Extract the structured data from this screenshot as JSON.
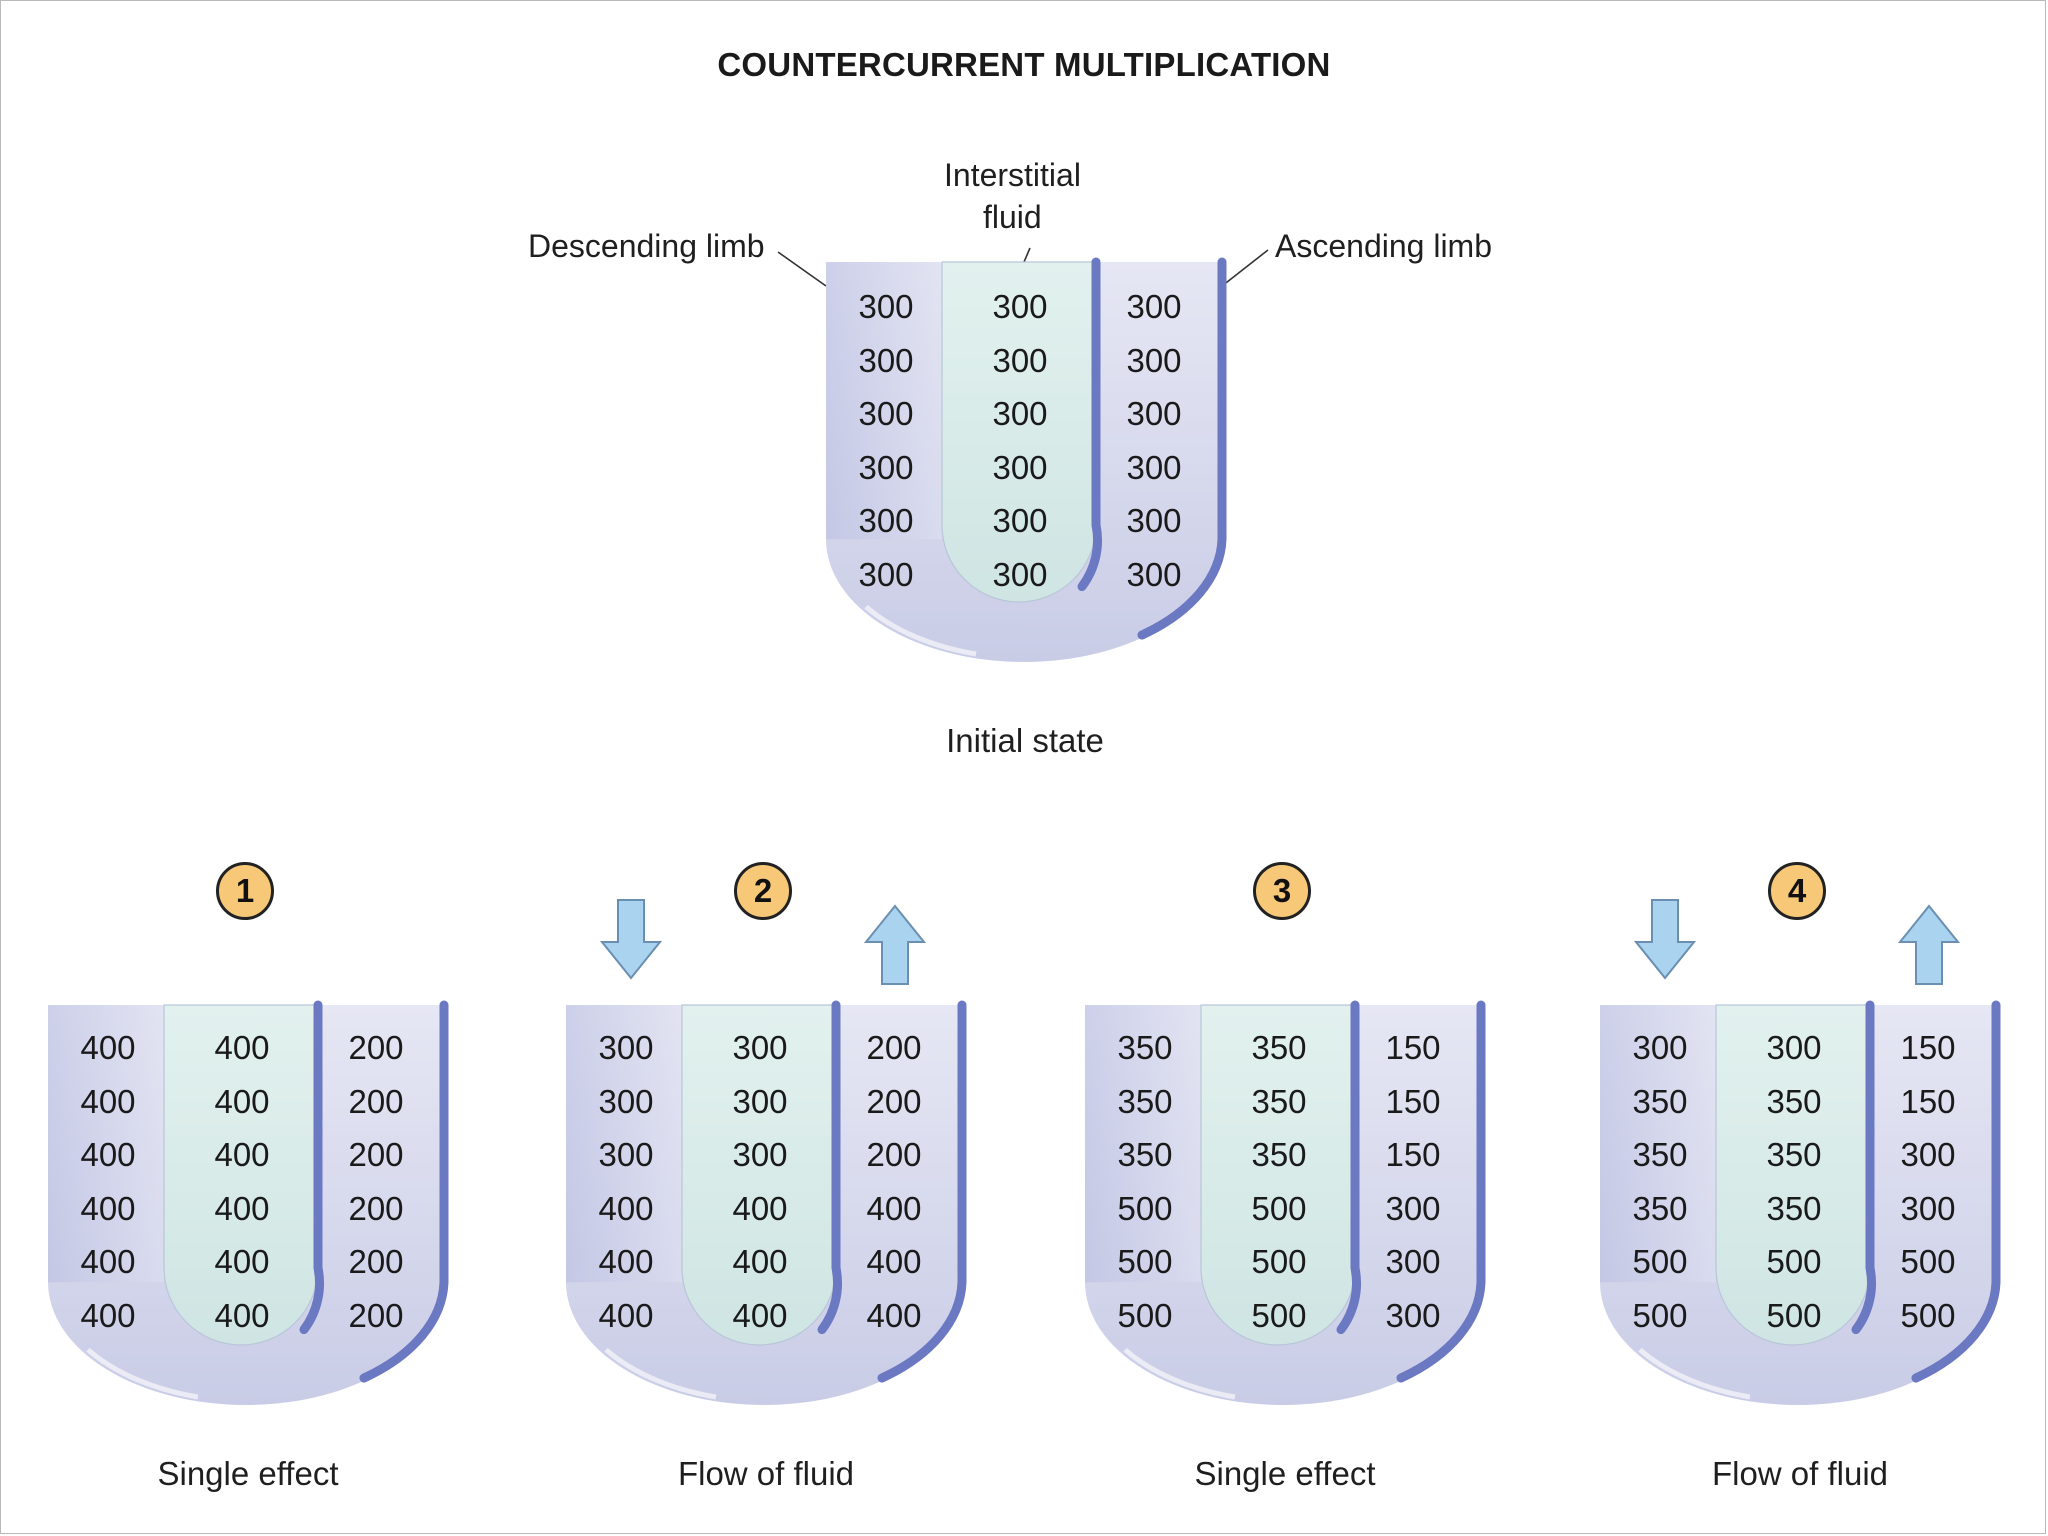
{
  "title": "COUNTERCURRENT MULTIPLICATION",
  "labels": {
    "descending_limb": "Descending limb",
    "ascending_limb": "Ascending limb",
    "interstitial_fluid_line1": "Interstitial",
    "interstitial_fluid_line2": "fluid"
  },
  "colors": {
    "tube": "#d6d8ee",
    "tube_edge": "#9ea3cf",
    "interstitial": "#d9ece9",
    "membrane": "#6b78c2",
    "badge": "#f7c878",
    "arrow": "#a9d3ee"
  },
  "initial_state": {
    "caption": "Initial state",
    "descending": [
      "300",
      "300",
      "300",
      "300",
      "300",
      "300"
    ],
    "interstitial": [
      "300",
      "300",
      "300",
      "300",
      "300",
      "300"
    ],
    "ascending": [
      "300",
      "300",
      "300",
      "300",
      "300",
      "300"
    ]
  },
  "steps": [
    {
      "number": "1",
      "caption": "Single effect",
      "arrows": false,
      "descending": [
        "400",
        "400",
        "400",
        "400",
        "400",
        "400"
      ],
      "interstitial": [
        "400",
        "400",
        "400",
        "400",
        "400",
        "400"
      ],
      "ascending": [
        "200",
        "200",
        "200",
        "200",
        "200",
        "200"
      ]
    },
    {
      "number": "2",
      "caption": "Flow of fluid",
      "arrows": true,
      "descending": [
        "300",
        "300",
        "300",
        "400",
        "400",
        "400"
      ],
      "interstitial": [
        "300",
        "300",
        "300",
        "400",
        "400",
        "400"
      ],
      "ascending": [
        "200",
        "200",
        "200",
        "400",
        "400",
        "400"
      ]
    },
    {
      "number": "3",
      "caption": "Single effect",
      "arrows": false,
      "descending": [
        "350",
        "350",
        "350",
        "500",
        "500",
        "500"
      ],
      "interstitial": [
        "350",
        "350",
        "350",
        "500",
        "500",
        "500"
      ],
      "ascending": [
        "150",
        "150",
        "150",
        "300",
        "300",
        "300"
      ]
    },
    {
      "number": "4",
      "caption": "Flow of fluid",
      "arrows": true,
      "descending": [
        "300",
        "350",
        "350",
        "350",
        "500",
        "500"
      ],
      "interstitial": [
        "300",
        "350",
        "350",
        "350",
        "500",
        "500"
      ],
      "ascending": [
        "150",
        "150",
        "300",
        "300",
        "500",
        "500"
      ]
    }
  ]
}
